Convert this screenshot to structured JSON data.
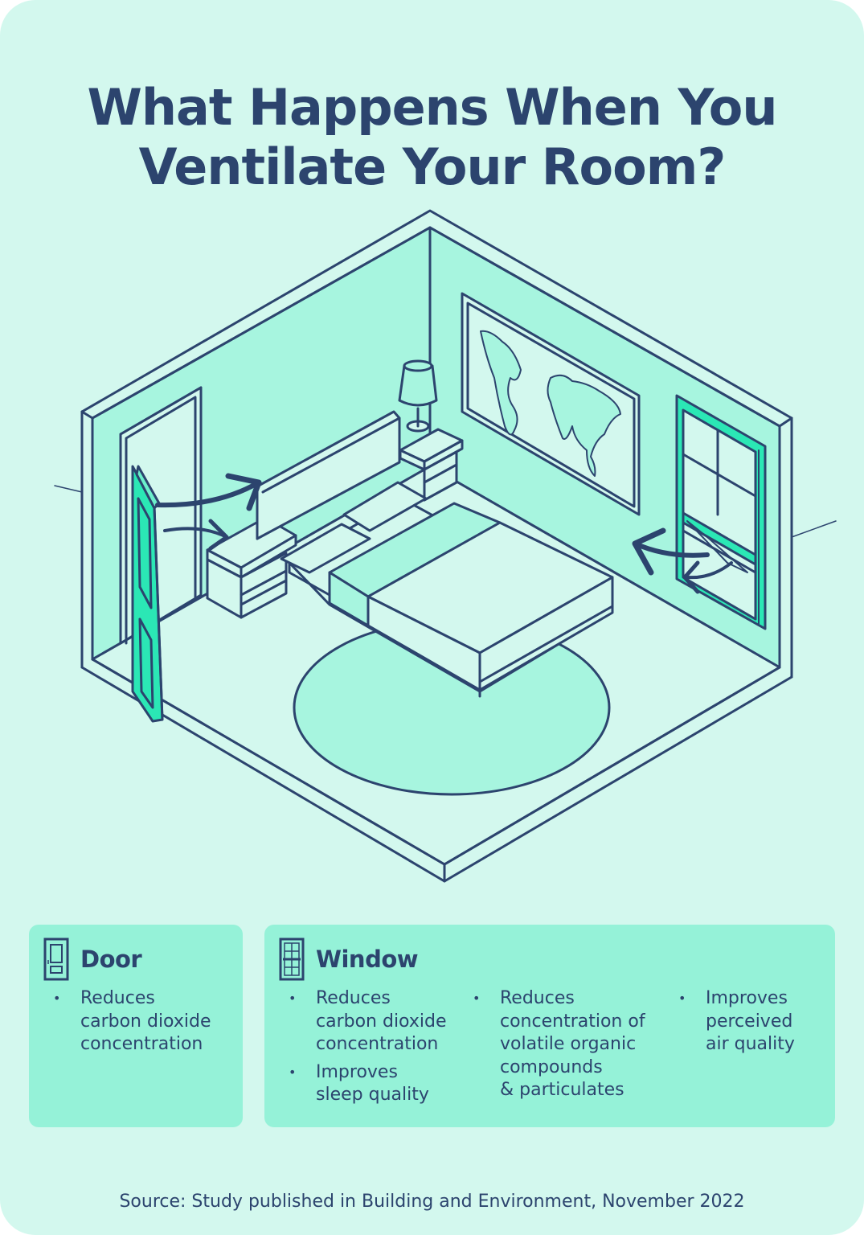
{
  "header": {
    "title_line1": "What Happens When You",
    "title_line2": "Ventilate Your Room?"
  },
  "illustration": {
    "description": "Isometric bedroom with an open door on the left wall and an open window on the right wall; arrows show airflow entering the room",
    "elements": [
      "door-open",
      "window-open",
      "bed",
      "nightstand-left",
      "nightstand-right",
      "table-lamp",
      "world-map-poster",
      "round-rug",
      "airflow-arrows"
    ]
  },
  "colors": {
    "background": "#d3f8ee",
    "wall_fill": "#a7f5df",
    "panel_fill": "#95f2d8",
    "accent": "#2be7b5",
    "ink": "#2c446e"
  },
  "panels": {
    "door": {
      "icon": "door-icon",
      "title": "Door",
      "bullets": [
        "Reduces\ncarbon dioxide\nconcentration"
      ]
    },
    "window": {
      "icon": "window-icon",
      "title": "Window",
      "columns": [
        [
          "Reduces\ncarbon dioxide\nconcentration",
          "Improves\nsleep quality"
        ],
        [
          "Reduces\nconcentration of\nvolatile organic\ncompounds\n& particulates"
        ],
        [
          "Improves\nperceived\nair quality"
        ]
      ]
    }
  },
  "footer": {
    "source": "Source: Study published in Building and Environment, November 2022"
  }
}
